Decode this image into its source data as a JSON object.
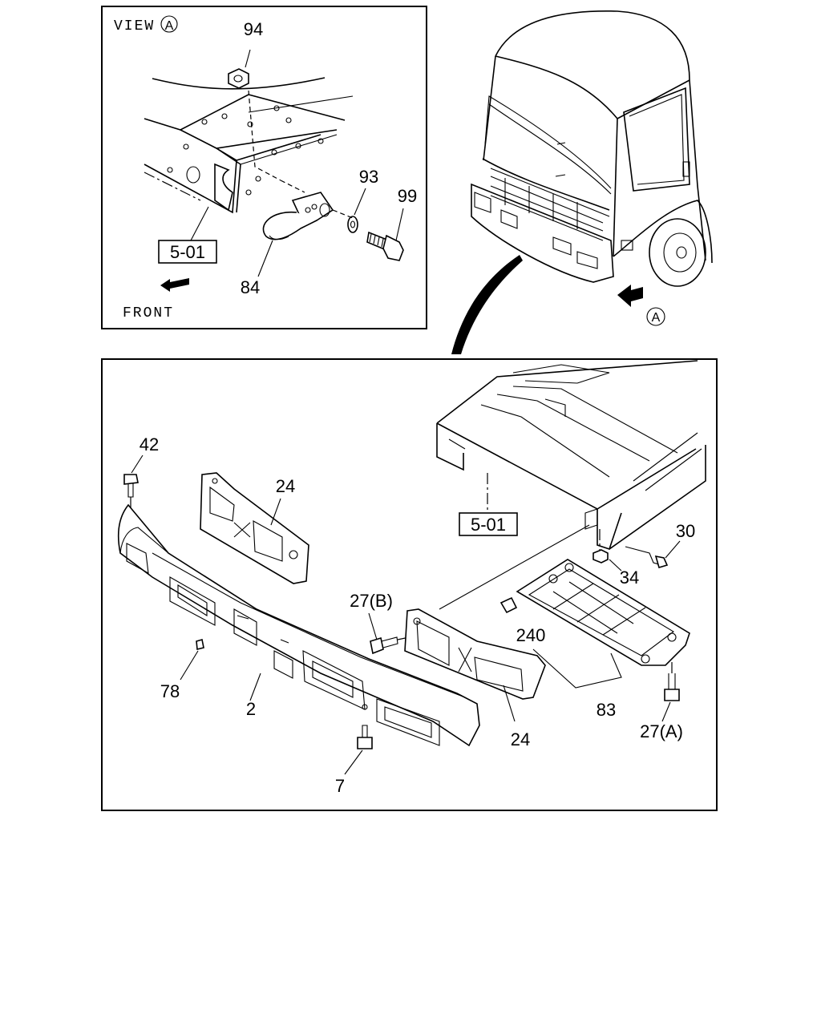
{
  "view_panel": {
    "view_label": "VIEW",
    "view_marker": "A",
    "front_label": "FRONT",
    "ref_box": "5-01",
    "callouts": {
      "nut": "94",
      "washer": "93",
      "bolt": "99",
      "hook": "84"
    }
  },
  "truck_panel": {
    "arrow_marker": "A"
  },
  "main_panel": {
    "ref_box": "5-01",
    "callouts": {
      "bolt_top": "42",
      "bracket_left": "24",
      "bolt_b": "27(B)",
      "nut_34": "34",
      "clip_30": "30",
      "bumper": "2",
      "clip_78": "78",
      "screw_7": "7",
      "bracket_right": "24",
      "clip_240": "240",
      "step_83": "83",
      "bolt_a": "27(A)"
    }
  }
}
